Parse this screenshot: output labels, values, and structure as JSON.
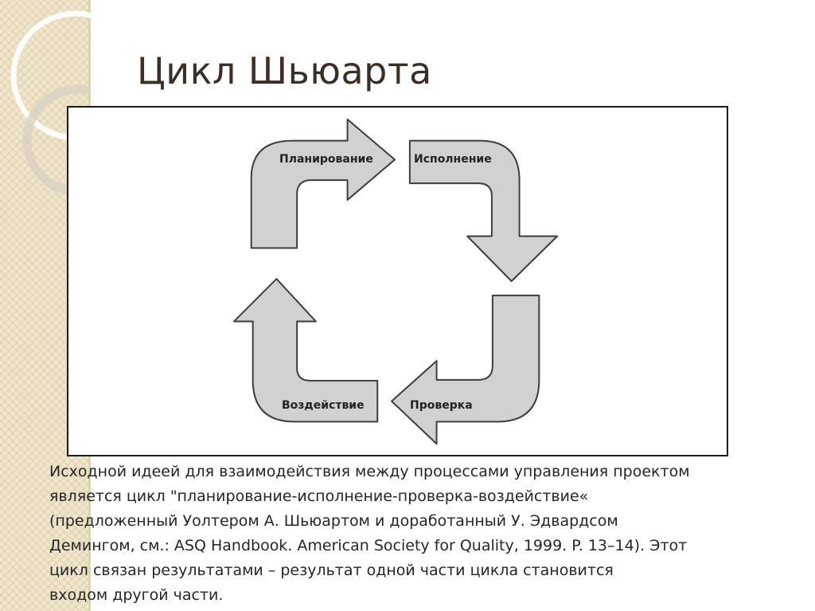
{
  "slide": {
    "title": "Цикл Шьюарта"
  },
  "diagram": {
    "labels": {
      "plan": "Планирование",
      "do": "Исполнение",
      "check": "Проверка",
      "act": "Воздействие"
    },
    "arrow_fill": "#d1d1d1",
    "arrow_stroke": "#3d3d3d"
  },
  "body": {
    "lines": [
      "Исходной идеей для взаимодействия между процессами управления проектом",
      "является цикл \"планирование-исполнение-проверка-воздействие«",
      "(предложенный Уолтером А. Шьюартом и доработанный У. Эдвардсом",
      "Демингом, см.: ASQ Handbook. American Society for Quality, 1999. P. 13–14). Этот",
      "цикл связан результатами – результат одной части цикла становится",
      "входом другой части."
    ]
  },
  "theme": {
    "accent": "#efe6cf",
    "title_color": "#3b2e25"
  }
}
